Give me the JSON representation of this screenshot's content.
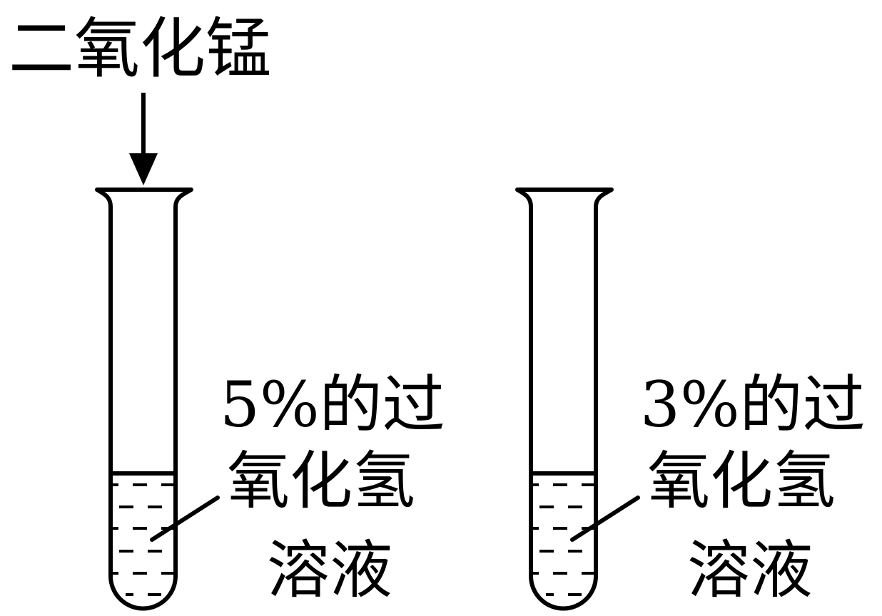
{
  "reagent_label": "二氧化锰",
  "tubes": [
    {
      "label_lines": [
        "5%的过",
        "氧化氢",
        "溶液"
      ],
      "has_reagent_arrow": true
    },
    {
      "label_lines": [
        "3%的过",
        "氧化氢",
        "溶液"
      ],
      "has_reagent_arrow": false
    }
  ],
  "colors": {
    "ink": "#000000",
    "background": "#ffffff"
  }
}
